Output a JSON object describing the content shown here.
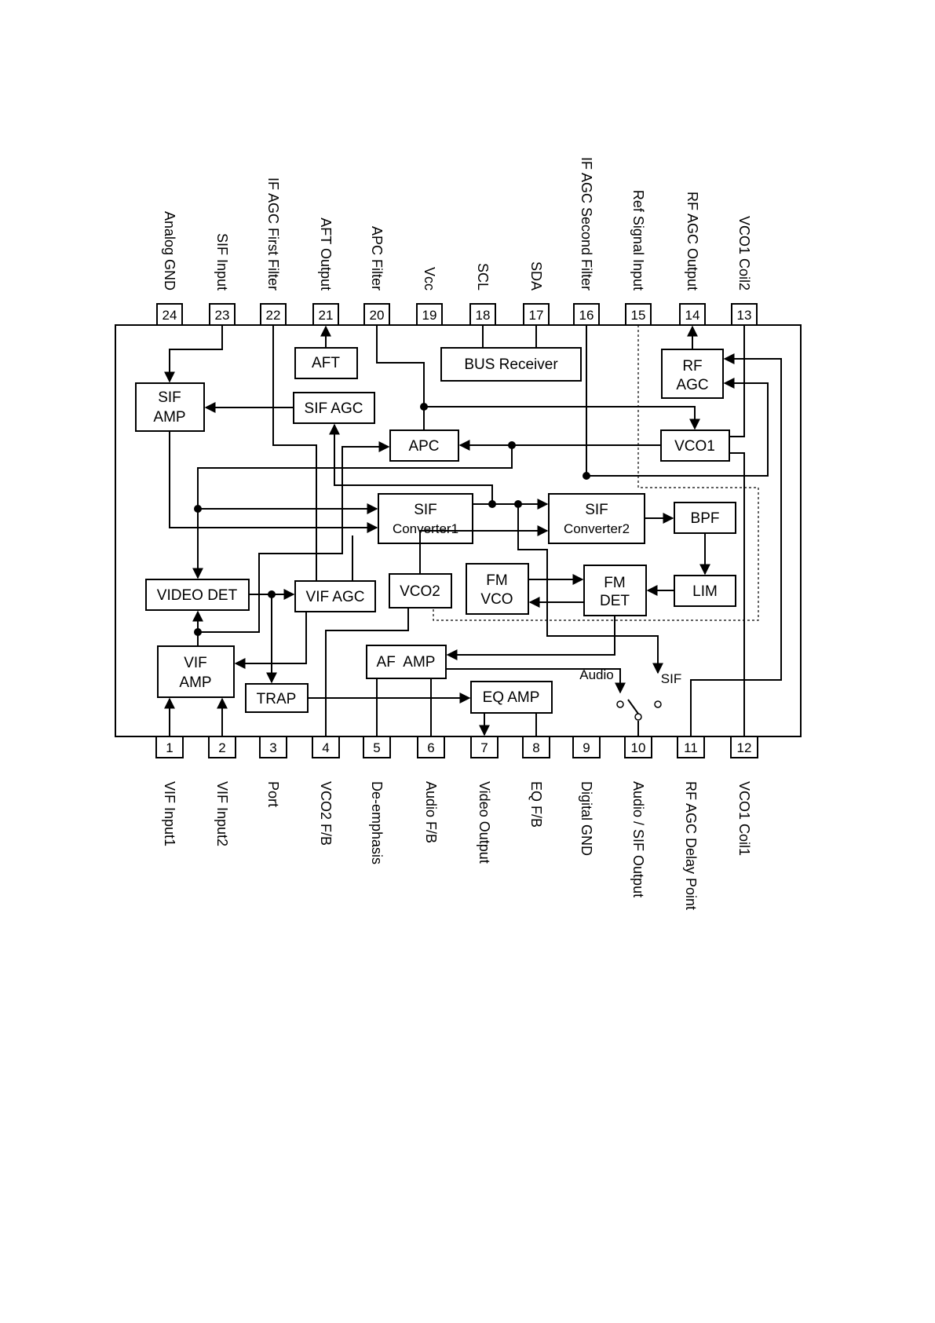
{
  "pins_top": [
    {
      "num": "24",
      "label": "Analog GND"
    },
    {
      "num": "23",
      "label": "SIF Input"
    },
    {
      "num": "22",
      "label": "IF AGC First Filter"
    },
    {
      "num": "21",
      "label": "AFT Output"
    },
    {
      "num": "20",
      "label": "APC Filter"
    },
    {
      "num": "19",
      "label": "Vcc"
    },
    {
      "num": "18",
      "label": "SCL"
    },
    {
      "num": "17",
      "label": "SDA"
    },
    {
      "num": "16",
      "label": "IF AGC Second Filter"
    },
    {
      "num": "15",
      "label": "Ref Signal Input"
    },
    {
      "num": "14",
      "label": "RF AGC Output"
    },
    {
      "num": "13",
      "label": "VCO1 Coil2"
    }
  ],
  "pins_bottom": [
    {
      "num": "1",
      "label": "VIF Input1"
    },
    {
      "num": "2",
      "label": "VIF Input2"
    },
    {
      "num": "3",
      "label": "Port"
    },
    {
      "num": "4",
      "label": "VCO2 F/B"
    },
    {
      "num": "5",
      "label": "De-emphasis"
    },
    {
      "num": "6",
      "label": "Audio F/B"
    },
    {
      "num": "7",
      "label": "Video Output"
    },
    {
      "num": "8",
      "label": "EQ F/B"
    },
    {
      "num": "9",
      "label": "Digital GND"
    },
    {
      "num": "10",
      "label": "Audio / SIF Output"
    },
    {
      "num": "11",
      "label": "RF AGC Delay Point"
    },
    {
      "num": "12",
      "label": "VCO1 Coil1"
    }
  ],
  "blocks": {
    "aft": "AFT",
    "bus_receiver": "BUS Receiver",
    "rf_agc": [
      "RF",
      "AGC"
    ],
    "sif_amp": [
      "SIF",
      "AMP"
    ],
    "sif_agc": "SIF AGC",
    "apc": "APC",
    "vco1": "VCO1",
    "sif_converter1": [
      "SIF",
      "Converter1"
    ],
    "sif_converter2": [
      "SIF",
      "Converter2"
    ],
    "bpf": "BPF",
    "video_det": "VIDEO DET",
    "vif_agc": "VIF AGC",
    "vco2": "VCO2",
    "fm_vco": [
      "FM",
      "VCO"
    ],
    "fm_det": [
      "FM",
      "DET"
    ],
    "lim": "LIM",
    "vif_amp": [
      "VIF",
      "AMP"
    ],
    "af_amp": "AF  AMP",
    "trap": "TRAP",
    "eq_amp": "EQ AMP"
  },
  "switch_labels": {
    "audio": "Audio",
    "sif": "SIF"
  }
}
